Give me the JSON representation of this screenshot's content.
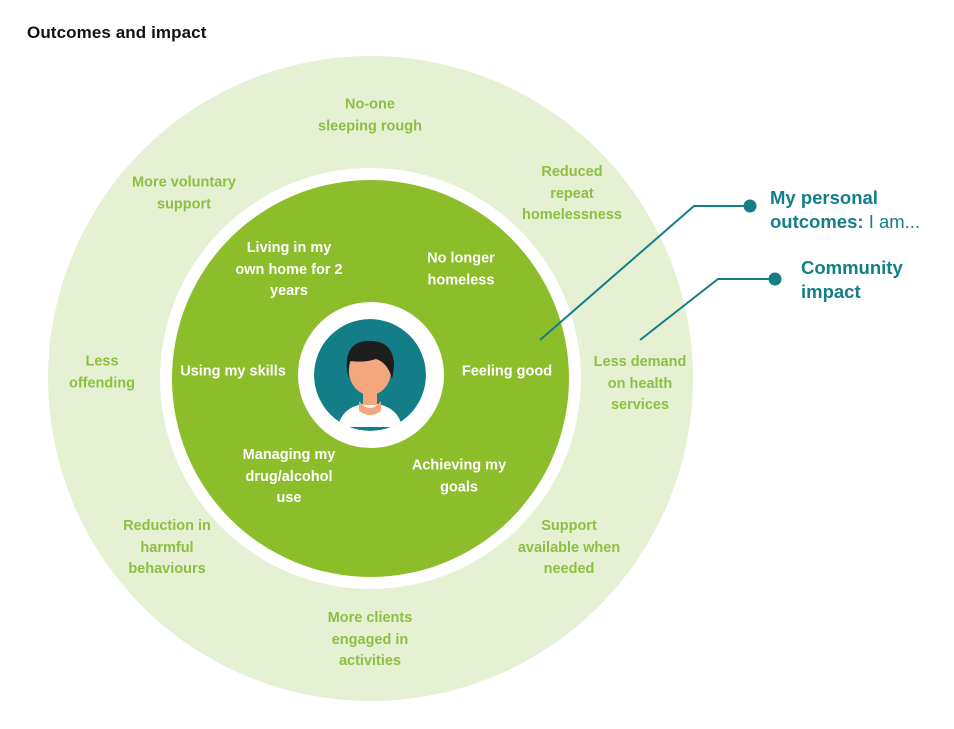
{
  "title": "Outcomes and impact",
  "colors": {
    "outer_ring": "#e6f0d3",
    "inner_circle": "#8cbd2a",
    "community_text": "#8cc043",
    "personal_text": "#ffffff",
    "legend_teal": "#137e88",
    "avatar_bg": "#137e88"
  },
  "icons": {
    "center": "person-avatar-icon"
  },
  "community_impact_labels": [
    "No-one\nsleeping rough",
    "Reduced\nrepeat\nhomelessness",
    "Less demand\non health\nservices",
    "Support\navailable when\nneeded",
    "More clients\nengaged in\nactivities",
    "Reduction in\nharmful\nbehaviours",
    "Less\noffending",
    "More voluntary\nsupport"
  ],
  "personal_outcome_labels": [
    "No longer\nhomeless",
    "Feeling good",
    "Achieving my\ngoals",
    "Managing my\ndrug/alcohol\nuse",
    "Using my skills",
    "Living in my\nown home for 2\nyears"
  ],
  "legend": {
    "personal": {
      "label": "My personal\noutcomes:",
      "suffix": "I am..."
    },
    "community": {
      "label": "Community\nimpact"
    }
  }
}
